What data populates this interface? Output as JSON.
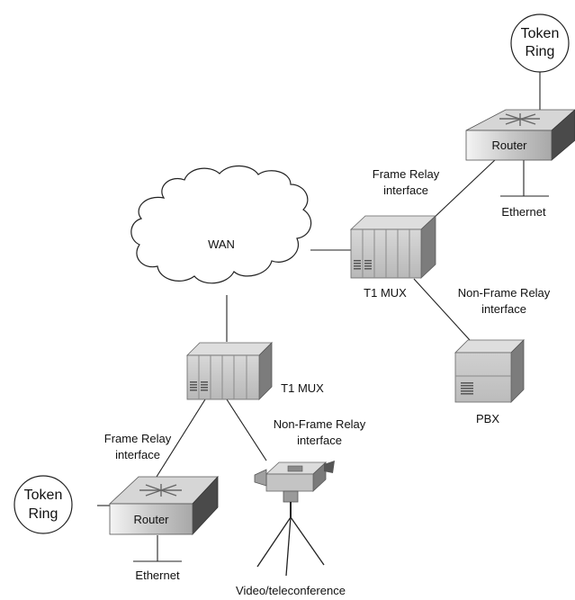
{
  "diagram": {
    "wan_label": "WAN",
    "top_token_ring": {
      "line1": "Token",
      "line2": "Ring"
    },
    "top_router_label": "Router",
    "top_ethernet_label": "Ethernet",
    "top_frame_relay": {
      "line1": "Frame Relay",
      "line2": "interface"
    },
    "top_mux_label": "T1 MUX",
    "top_nonframe": {
      "line1": "Non-Frame Relay",
      "line2": "interface"
    },
    "pbx_label": "PBX",
    "bottom_mux_label": "T1 MUX",
    "bottom_nonframe": {
      "line1": "Non-Frame Relay",
      "line2": "interface"
    },
    "bottom_frame_relay": {
      "line1": "Frame Relay",
      "line2": "interface"
    },
    "bottom_token_ring": {
      "line1": "Token",
      "line2": "Ring"
    },
    "bottom_router_label": "Router",
    "bottom_ethernet_label": "Ethernet",
    "camera_label": "Video/teleconference"
  },
  "colors": {
    "device_face": "#c8c8c8",
    "device_side": "#8e8e8e",
    "device_top": "#dadada",
    "line": "#222222"
  }
}
